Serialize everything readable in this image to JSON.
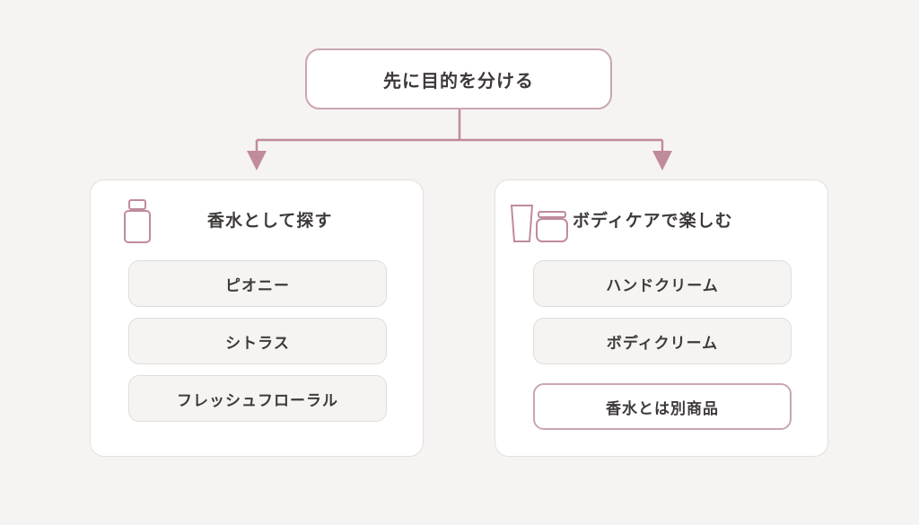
{
  "root": {
    "label": "先に目的を分ける"
  },
  "colors": {
    "accent": "#c08b9b",
    "border": "#c9a6b0",
    "background": "#f6f4f2"
  },
  "left": {
    "title": "香水として探す",
    "icon": "perfume-bottle-icon",
    "items": [
      {
        "label": "ピオニー"
      },
      {
        "label": "シトラス"
      },
      {
        "label": "フレッシュフローラル"
      }
    ]
  },
  "right": {
    "title": "ボディケアで楽しむ",
    "icon": "tube-and-jar-icon",
    "items": [
      {
        "label": "ハンドクリーム"
      },
      {
        "label": "ボディクリーム"
      },
      {
        "label": "香水とは別商品"
      }
    ]
  }
}
